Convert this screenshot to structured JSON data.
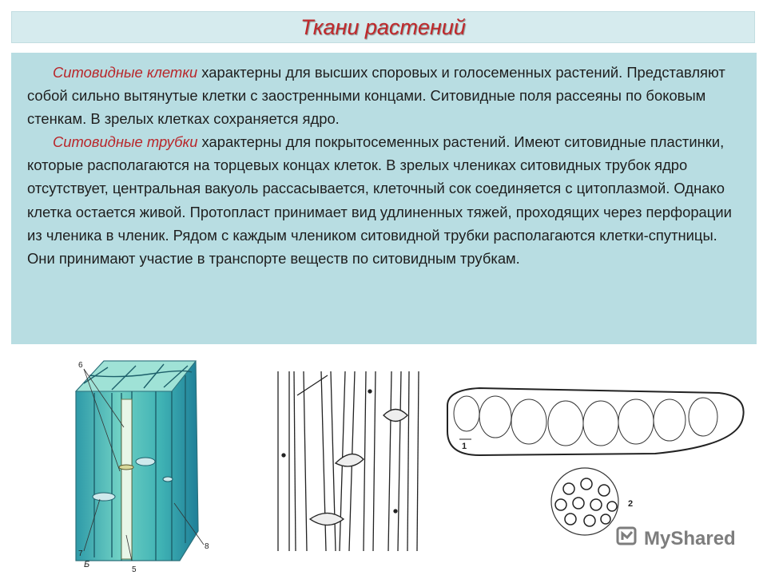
{
  "title": "Ткани растений",
  "paragraph1": {
    "term": "Ситовидные клетки",
    "text": " характерны для высших споровых и голосеменных растений. Представляют собой сильно вытянутые клетки с заостренными концами. Ситовидные поля рассеяны по боковым стенкам. В зрелых клетках сохраняется ядро."
  },
  "paragraph2": {
    "term": "Ситовидные трубки",
    "text": " характерны для покрытосеменных растений. Имеют ситовидные пластинки, которые располагаются на торцевых концах клеток. В зрелых члениках ситовидных трубок ядро отсутствует, центральная вакуоль рассасывается, клеточный сок соединяется с цитоплазмой. Однако клетка остается живой. Протопласт принимает вид удлиненных тяжей, проходящих через перфорации из членика в членик. Рядом с каждым члеником ситовидной трубки располагаются клетки-спутницы. Они принимают участие в транспорте веществ по ситовидным трубкам."
  },
  "figure_labels": {
    "a6": "6",
    "a7": "7",
    "a8": "8",
    "a5": "5",
    "aB": "Б",
    "c1": "1",
    "c2": "2"
  },
  "watermark": "MyShared"
}
